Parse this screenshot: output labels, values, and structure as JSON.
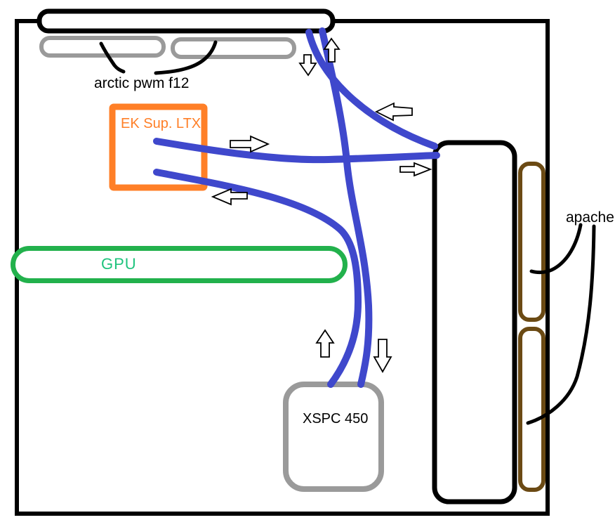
{
  "diagram": {
    "labels": {
      "top_fans": "arctic pwm f12",
      "cpu_block": "EK Sup. LTX",
      "gpu": "GPU",
      "pump_reservoir": "XSPC 450",
      "side_fans": "apache"
    },
    "colors": {
      "outline_black": "#000000",
      "tube_blue": "#3F48CC",
      "cpu_orange": "#FF7F27",
      "gpu_green": "#22B14C",
      "gpu_text_green": "#1EC37D",
      "fan_gray": "#9A9A9A",
      "pump_gray": "#9A9A9A",
      "fan_brown": "#6B4A14"
    },
    "icons": [
      "flow-arrow-right",
      "flow-arrow-left",
      "flow-arrow-up",
      "flow-arrow-down"
    ]
  }
}
